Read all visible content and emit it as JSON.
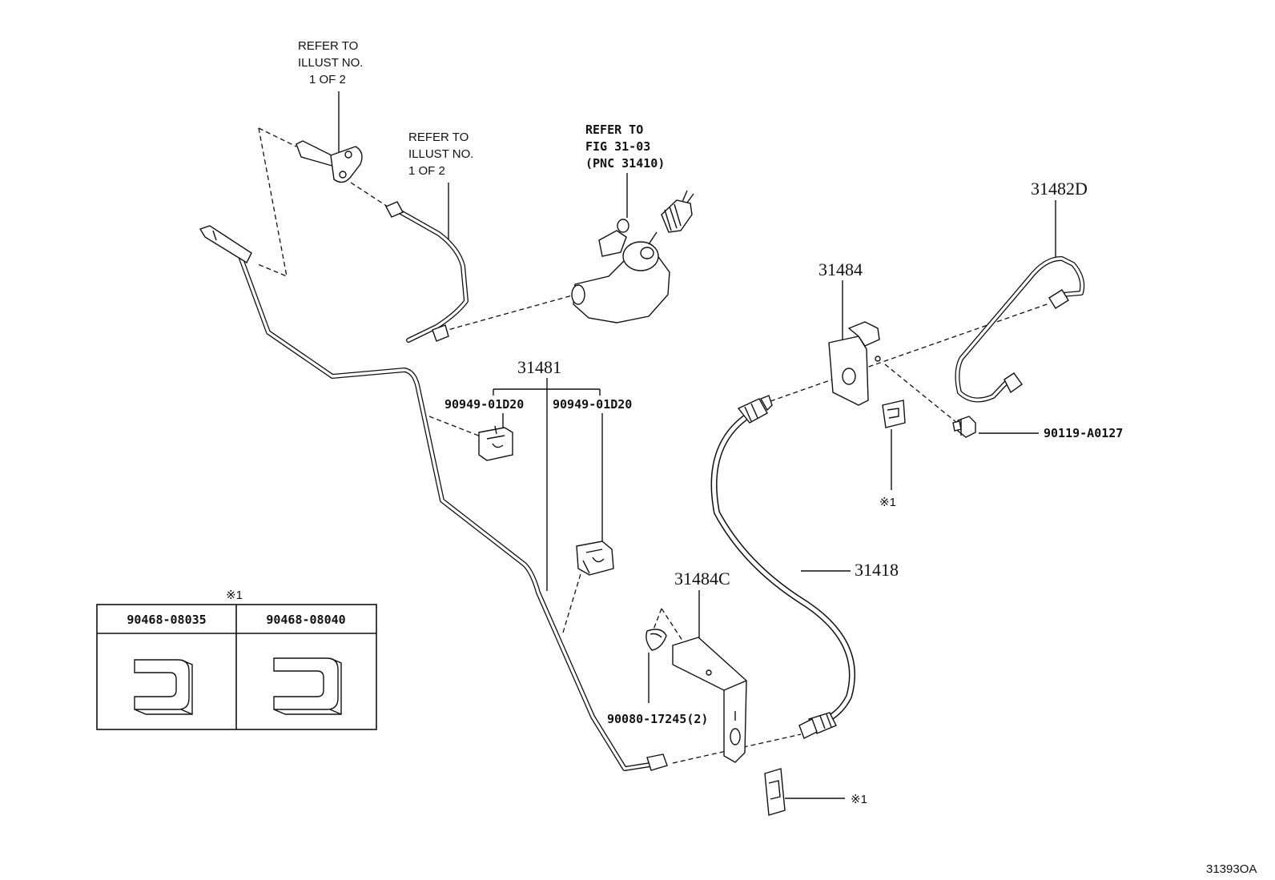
{
  "ref_notes": {
    "top_left": [
      "REFER TO",
      "ILLUST NO.",
      "1 OF 2"
    ],
    "mid_left": [
      "REFER TO",
      "ILLUST NO.",
      "1 OF 2"
    ],
    "master_cylinder": [
      "REFER TO",
      "FIG 31-03",
      "(PNC 31410)"
    ]
  },
  "labels": {
    "p31481": "31481",
    "clip_left": "90949-01D20",
    "clip_right": "90949-01D20",
    "p31482d": "31482D",
    "p31484": "31484",
    "bolt": "90119-A0127",
    "note_clip_upper": "※1",
    "p31418": "31418",
    "p31484c": "31484C",
    "grommet": "90080-17245(2)",
    "note_clip_lower": "※1"
  },
  "table": {
    "note": "※1",
    "columns": [
      "90468-08035",
      "90468-08040"
    ]
  },
  "illustration_code": "31393OA"
}
